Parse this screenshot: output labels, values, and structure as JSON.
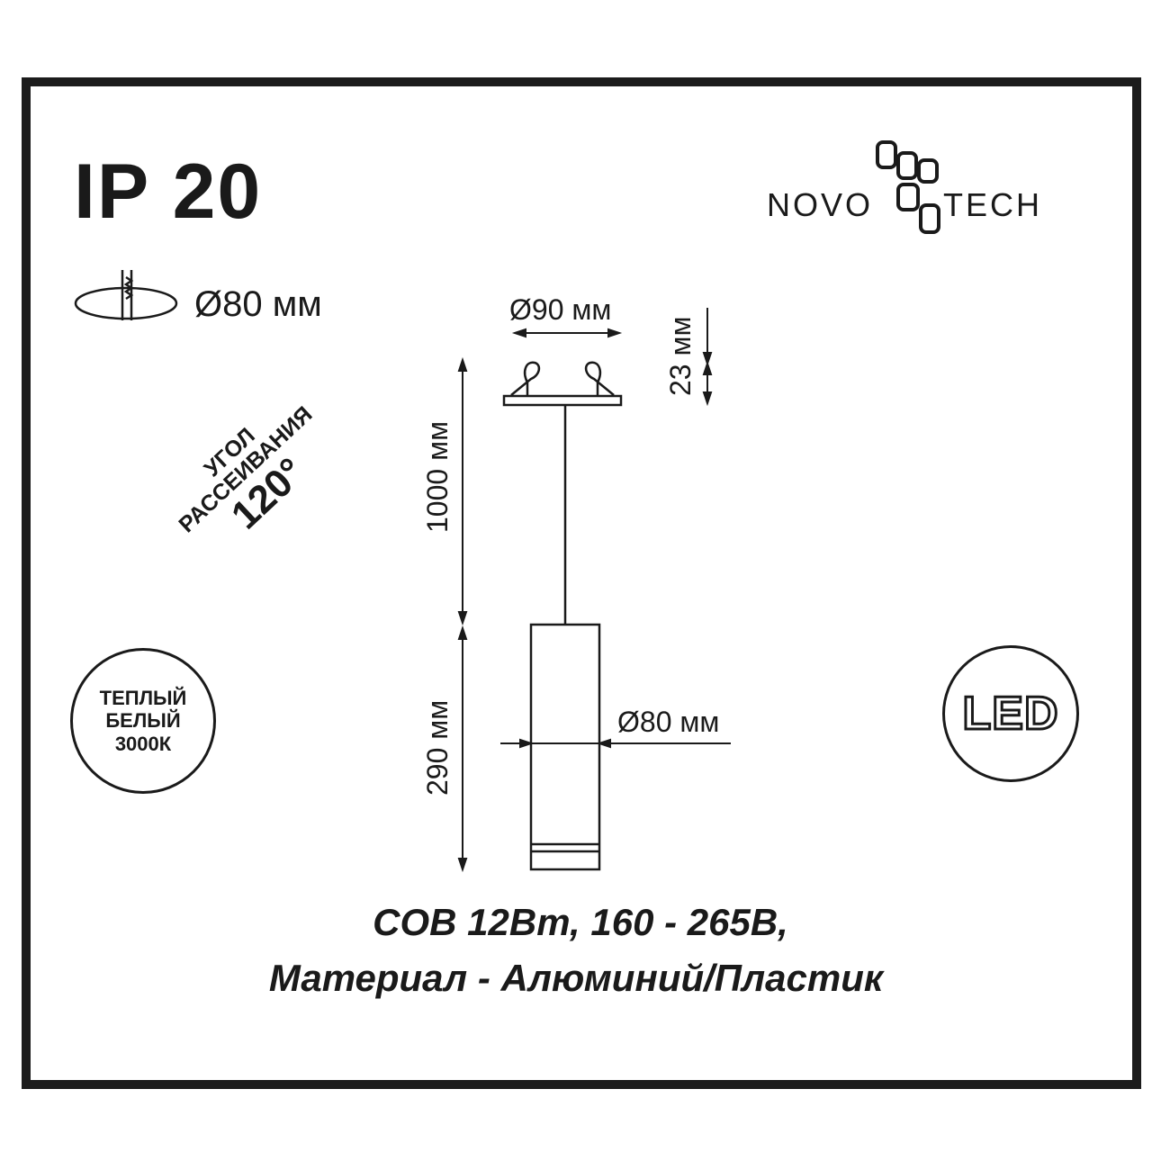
{
  "ip_rating": "IP 20",
  "cutout": {
    "label": "Ø80 мм",
    "icon": "recessed-cutout-icon"
  },
  "beam_angle": {
    "line1": "УГОЛ",
    "line2": "РАССЕИВАНИЯ",
    "line3": "120°"
  },
  "light_color": {
    "line1": "ТЕПЛЫЙ",
    "line2": "БЕЛЫЙ",
    "line3": "3000К"
  },
  "led_badge": "LED",
  "brand": {
    "left": "NOVO",
    "right": "TECH"
  },
  "dimensions": {
    "canopy_diameter": "Ø90 мм",
    "canopy_height": "23 мм",
    "cable_length": "1000 мм",
    "body_length": "290 мм",
    "body_diameter": "Ø80 мм"
  },
  "specs": {
    "line1": "COB 12Вт, 160 - 265В,",
    "line2": "Материал - Алюминий/Пластик"
  }
}
